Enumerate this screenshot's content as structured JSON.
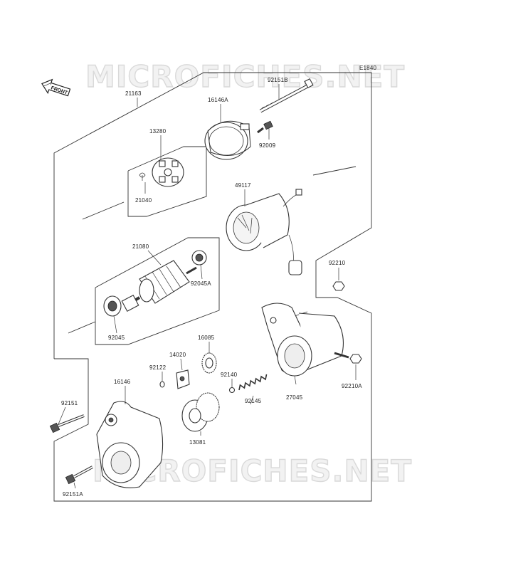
{
  "diagram_code": "E1840",
  "front_label": "FRONT",
  "watermark": "MICROFICHES.NET",
  "parts": {
    "p21163": "21163",
    "p16146A": "16146A",
    "p92151B": "92151B",
    "p92009": "92009",
    "p13280": "13280",
    "p21040": "21040",
    "p49117": "49117",
    "p21080": "21080",
    "p92045A": "92045A",
    "p92045": "92045",
    "p92210": "92210",
    "p16085": "16085",
    "p14020": "14020",
    "p92122": "92122",
    "p92140": "92140",
    "p92145": "92145",
    "p27045": "27045",
    "p92210A": "92210A",
    "p16146": "16146",
    "p92151": "92151",
    "p13081": "13081",
    "p92151A": "92151A"
  }
}
